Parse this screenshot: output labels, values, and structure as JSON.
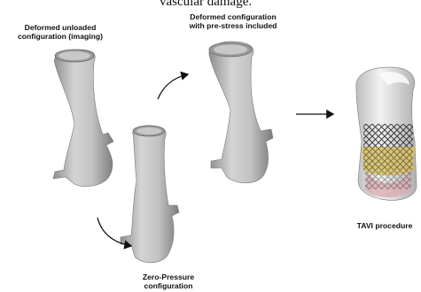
{
  "top_text_fragment": "vascular damage.",
  "labels": {
    "unloaded": "Deformed unloaded\nconfiguration (imaging)",
    "prestress": "Deformed configuration\nwith pre-stress included",
    "zero_pressure": "Zero-Pressure\nconfiguration",
    "tavi": "TAVI procedure"
  },
  "colors": {
    "aorta_surface": "#b8b8b8",
    "stent_mesh": "#333333",
    "valve_leaflets": "#d8c060",
    "translucent_wall": "#e6e6e6"
  }
}
